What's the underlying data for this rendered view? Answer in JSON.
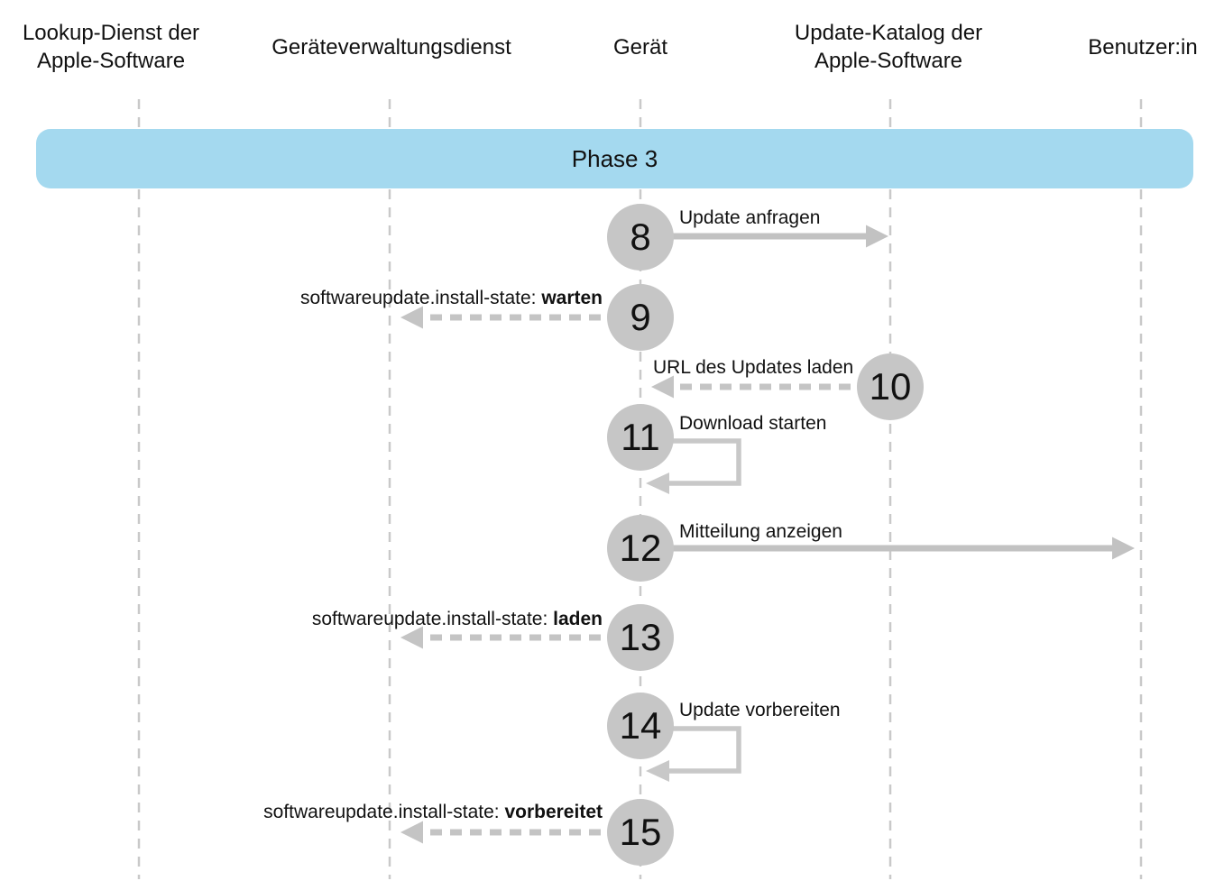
{
  "phase": {
    "label": "Phase 3"
  },
  "actors": [
    {
      "name": "Lookup-Dienst der Apple-Software",
      "line1": "Lookup-Dienst der",
      "line2": "Apple-Software"
    },
    {
      "name": "Geräteverwaltungsdienst",
      "line1": "Geräteverwaltungsdienst",
      "line2": ""
    },
    {
      "name": "Gerät",
      "line1": "Gerät",
      "line2": ""
    },
    {
      "name": "Update-Katalog der Apple-Software",
      "line1": "Update-Katalog der",
      "line2": "Apple-Software"
    },
    {
      "name": "Benutzer:in",
      "line1": "Benutzer:in",
      "line2": ""
    }
  ],
  "messages": [
    {
      "step": "8",
      "text": "Update anfragen",
      "bold": "",
      "type": "solid-arrow-right",
      "from": "Gerät",
      "to": "Update-Katalog der Apple-Software"
    },
    {
      "step": "9",
      "text": "softwareupdate.install-state: ",
      "bold": "warten",
      "type": "dashed-arrow-left",
      "from": "Gerät",
      "to": "Geräteverwaltungsdienst"
    },
    {
      "step": "10",
      "text": "URL des Updates laden",
      "bold": "",
      "type": "dashed-arrow-left",
      "from": "Update-Katalog der Apple-Software",
      "to": "Gerät"
    },
    {
      "step": "11",
      "text": "Download starten",
      "bold": "",
      "type": "self-loop",
      "from": "Gerät",
      "to": "Gerät"
    },
    {
      "step": "12",
      "text": "Mitteilung anzeigen",
      "bold": "",
      "type": "solid-arrow-right",
      "from": "Gerät",
      "to": "Benutzer:in"
    },
    {
      "step": "13",
      "text": "softwareupdate.install-state: ",
      "bold": "laden",
      "type": "dashed-arrow-left",
      "from": "Gerät",
      "to": "Geräteverwaltungsdienst"
    },
    {
      "step": "14",
      "text": "Update vorbereiten",
      "bold": "",
      "type": "self-loop",
      "from": "Gerät",
      "to": "Gerät"
    },
    {
      "step": "15",
      "text": "softwareupdate.install-state: ",
      "bold": "vorbereitet",
      "type": "dashed-arrow-left",
      "from": "Gerät",
      "to": "Geräteverwaltungsdienst"
    }
  ],
  "colors": {
    "phase_banner": "#A4D9EF",
    "step_circle": "#C6C6C6",
    "solid_arrow": "#C2C2C2",
    "dashed_arrow": "#C4C4C4",
    "lifeline": "#C9C9C9",
    "text": "#111111"
  }
}
